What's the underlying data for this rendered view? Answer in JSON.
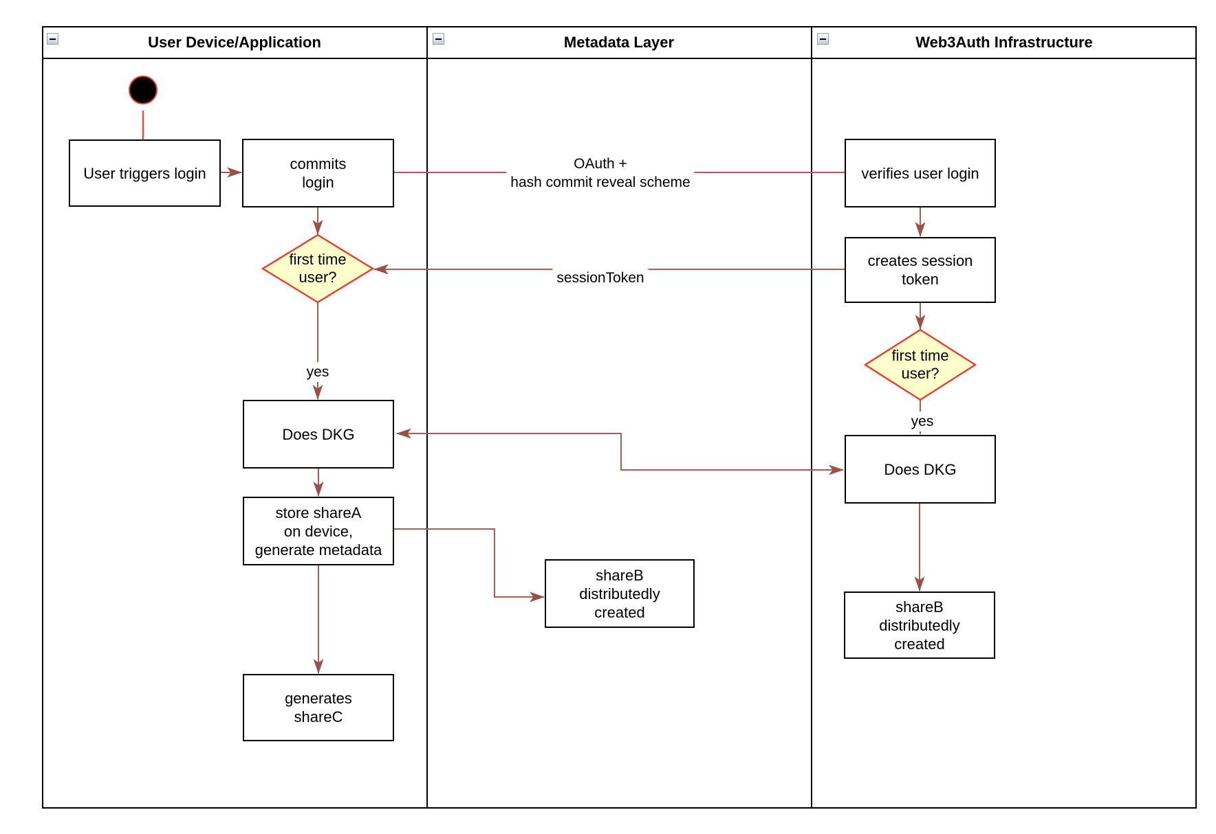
{
  "lanes": [
    {
      "title": "User Device/Application",
      "collapse_icon": "minus"
    },
    {
      "title": "Metadata Layer",
      "collapse_icon": "minus"
    },
    {
      "title": "Web3Auth Infrastructure",
      "collapse_icon": "minus"
    }
  ],
  "nodes": {
    "start": {
      "type": "initial-state"
    },
    "user_triggers_login": {
      "lines": [
        "User triggers login"
      ]
    },
    "commits_login": {
      "lines": [
        "commits",
        "login"
      ]
    },
    "first_time_user_device": {
      "lines": [
        "first time",
        "user?"
      ]
    },
    "does_dkg_device": {
      "lines": [
        "Does DKG"
      ]
    },
    "store_sharea": {
      "lines": [
        "store shareA",
        "on device,",
        "generate metadata"
      ]
    },
    "generates_sharec": {
      "lines": [
        "generates",
        "shareC"
      ]
    },
    "shareb_metadata": {
      "lines": [
        "shareB",
        "distributedly",
        "created"
      ]
    },
    "verifies_user_login": {
      "lines": [
        "verifies user login"
      ]
    },
    "creates_session_token": {
      "lines": [
        "creates session",
        "token"
      ]
    },
    "first_time_user_infra": {
      "lines": [
        "first time",
        "user?"
      ]
    },
    "does_dkg_infra": {
      "lines": [
        "Does DKG"
      ]
    },
    "shareb_infra": {
      "lines": [
        "shareB",
        "distributedly",
        "created"
      ]
    }
  },
  "edge_labels": {
    "oauth": {
      "lines": [
        "OAuth +",
        "hash commit reveal scheme"
      ]
    },
    "session_token": "sessionToken",
    "yes_device": "yes",
    "yes_infra": "yes"
  },
  "colors": {
    "background": "#ffffff",
    "lane_border": "#000000",
    "node_border": "#000000",
    "edge_stroke": "#b05a52",
    "arrowhead_fill": "#9a4f47",
    "decision_fill": "#ffffcc",
    "decision_stroke": "#ee3b2b",
    "start_node_fill": "#000000",
    "start_node_stroke": "#ee3b2b",
    "start_edge_stroke": "#f04a3c"
  }
}
